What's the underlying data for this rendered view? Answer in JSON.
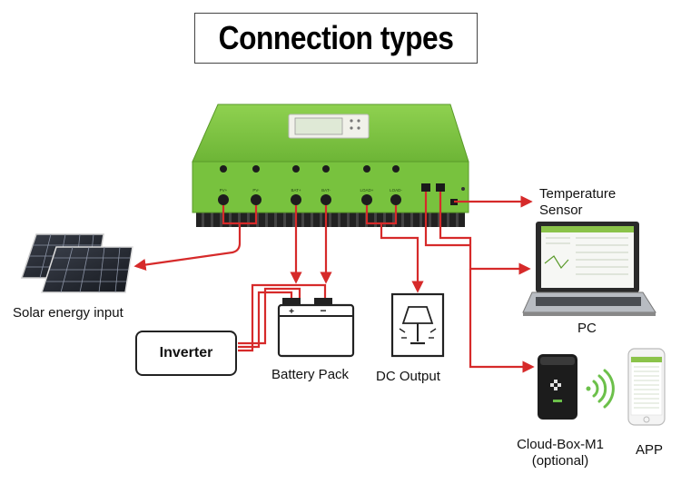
{
  "title": "Connection types",
  "controller": {
    "port_labels": [
      "PV+",
      "PV-",
      "BAT+",
      "BAT-",
      "LOAD+",
      "LOAD-"
    ],
    "body_color": "#7cc242",
    "screen_color": "#dfe9d6"
  },
  "nodes": {
    "temperature_sensor": "Temperature\nSensor",
    "pc": "PC",
    "solar": "Solar energy input",
    "inverter": "Inverter",
    "battery": "Battery Pack",
    "dc_output": "DC Output",
    "cloud_box": "Cloud-Box-M1\n(optional)",
    "app": "APP"
  },
  "colors": {
    "wire": "#d62a2a",
    "outline": "#222222"
  }
}
